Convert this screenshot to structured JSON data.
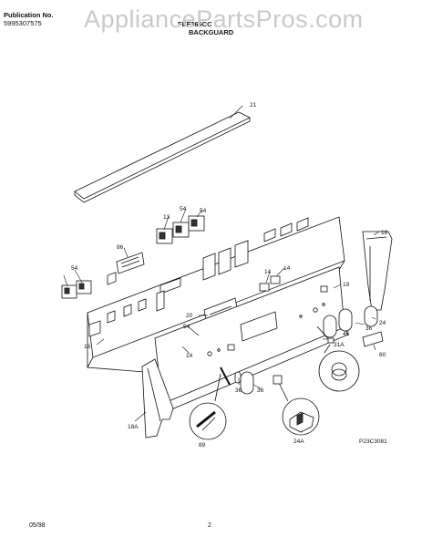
{
  "header": {
    "publication_label": "Publication No.",
    "publication_number": "5995307575",
    "model": "FEF366CC",
    "section": "BACKGUARD"
  },
  "watermark": "AppliancePartsPros.com",
  "callouts": {
    "c21": "21",
    "c13": "13",
    "c54a": "54",
    "c54b": "54",
    "c86": "86",
    "c54c": "54",
    "c18": "18",
    "c19": "19",
    "c14a": "14",
    "c14b": "14",
    "c20": "20",
    "c54d": "54",
    "c16": "16",
    "c14c": "14",
    "c36a": "36",
    "c24": "24",
    "c31a": "31A",
    "c46": "46",
    "c60": "60",
    "c36b": "36",
    "c36c": "36",
    "c18a": "18A",
    "c89": "89",
    "c24a": "24A"
  },
  "diagram_code": "P23C3081",
  "footer": {
    "date": "05/98",
    "page": "2"
  }
}
